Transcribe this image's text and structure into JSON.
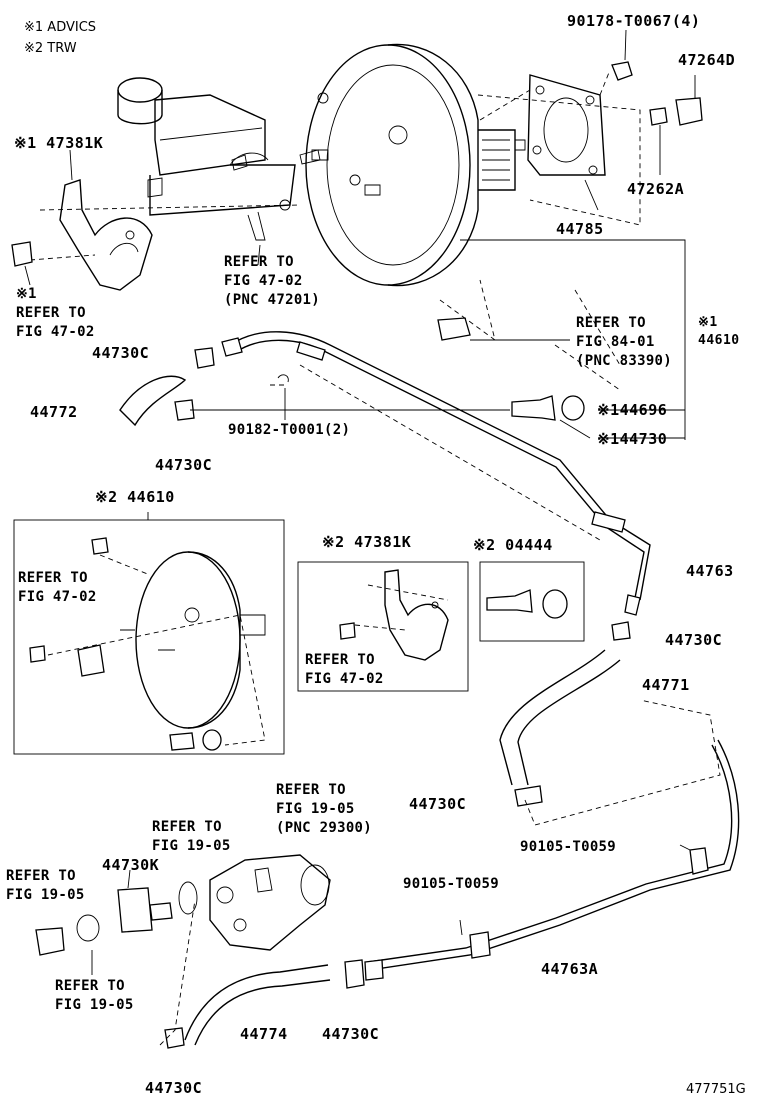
{
  "notes": {
    "note1": "※1 ADVICS",
    "note2": "※2 TRW"
  },
  "labels": {
    "p90178": "90178-T0067(4)",
    "p47264d": "47264D",
    "p47381k_1": "※1 47381K",
    "p47262a": "47262A",
    "p44785": "44785",
    "ref_master": "REFER TO\nFIG 47-02\n(PNC 47201)",
    "ref_left_1": "※1\nREFER TO\nFIG 47-02",
    "ref_8401": "REFER TO\nFIG 84-01\n(PNC 83390)",
    "p44610_1": "※1\n44610",
    "p44730c_a": "44730C",
    "p44772": "44772",
    "p44696": "※144696",
    "p90182": "90182-T0001(2)",
    "p44730_1": "※144730",
    "p44730c_b": "44730C",
    "p44610_2": "※2 44610",
    "ref_box_a": "REFER TO\nFIG 47-02",
    "p47381k_2": "※2 47381K",
    "ref_box_b": "REFER TO\nFIG 47-02",
    "p04444": "※2 04444",
    "p44763": "44763",
    "p44730c_c": "44730C",
    "p44771": "44771",
    "p44730c_d": "44730C",
    "ref_1905_pnc": "REFER TO\nFIG 19-05\n(PNC 29300)",
    "ref_1905_a": "REFER TO\nFIG 19-05",
    "p44730k": "44730K",
    "ref_1905_b": "REFER TO\nFIG 19-05",
    "p90105_a": "90105-T0059",
    "p90105_b": "90105-T0059",
    "ref_1905_c": "REFER TO\nFIG 19-05",
    "p44763a": "44763A",
    "p44774": "44774",
    "p44730c_e": "44730C",
    "p44730c_f": "44730C",
    "figure_id": "477751G"
  }
}
